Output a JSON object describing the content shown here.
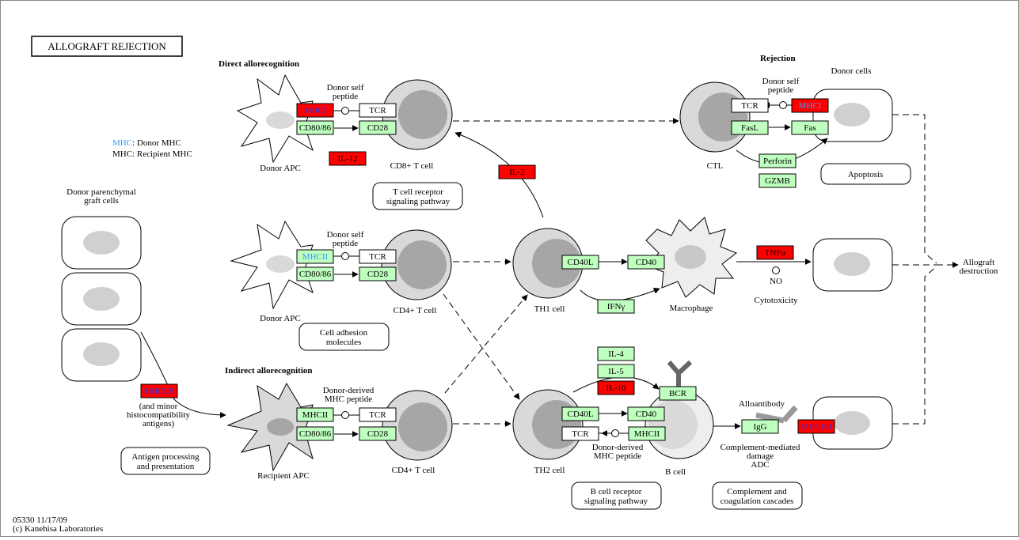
{
  "title": "ALLOGRAFT REJECTION",
  "legend": {
    "donor_mhc_label": "MHC",
    "donor_mhc_text": ": Donor MHC",
    "recipient_mhc_text": "MHC: Recipient MHC"
  },
  "sections": {
    "direct": "Direct allorecognition",
    "indirect": "Indirect allorecognition",
    "rejection": "Rejection"
  },
  "cells": {
    "donor_parenchymal": [
      "Donor parenchymal",
      "graft cells"
    ],
    "donor_apc_1": "Donor APC",
    "donor_apc_2": "Donor APC",
    "recipient_apc": "Recipient APC",
    "cd8_t": "CD8+ T cell",
    "cd4_t_1": "CD4+ T cell",
    "cd4_t_2": "CD4+ T cell",
    "th1": "TH1 cell",
    "th2": "TH2 cell",
    "ctl": "CTL",
    "donor_cells": "Donor cells",
    "macrophage": "Macrophage",
    "b_cell": "B cell"
  },
  "genes": {
    "mhci_1": "MHCI",
    "cd80_1": "CD80/86",
    "tcr_1": "TCR",
    "cd28_1": "CD28",
    "il12": "IL-12",
    "mhcii_1": "MHCII",
    "cd80_2": "CD80/86",
    "tcr_2": "TCR",
    "cd28_2": "CD28",
    "mhcii_2": "MHCII",
    "cd80_3": "CD80/86",
    "tcr_3": "TCR",
    "cd28_3": "CD28",
    "mhci_ii_minor": "MHCI/II",
    "il2": "IL-2",
    "cd40l_1": "CD40L",
    "cd40_1": "CD40",
    "ifng": "IFNγ",
    "tcr_ctl": "TCR",
    "mhci_donor": "MHCI",
    "fasl": "FasL",
    "fas": "Fas",
    "perforin": "Perforin",
    "gzmb": "GZMB",
    "tnfa": "TNFα",
    "no": "NO",
    "il4": "IL-4",
    "il5": "IL-5",
    "il10": "IL-10",
    "bcr": "BCR",
    "cd40l_2": "CD40L",
    "cd40_2": "CD40",
    "tcr_th2": "TCR",
    "mhcii_b": "MHCII",
    "igg": "IgG",
    "mhci_ii_donor": "MHCI/II"
  },
  "captions": {
    "donor_self_peptide_1": [
      "Donor self",
      "peptide"
    ],
    "donor_self_peptide_2": [
      "Donor self",
      "peptide"
    ],
    "donor_self_peptide_ctl": [
      "Donor self",
      "peptide"
    ],
    "donor_derived_mhc_1": [
      "Donor-derived",
      "MHC peptide"
    ],
    "donor_derived_mhc_2": [
      "Donor-derived",
      "MHC peptide"
    ],
    "minor_antigens": [
      "(and minor",
      "histocompatibility",
      "antigens)"
    ],
    "cytotoxicity": "Cytotoxicity",
    "alloantibody": "Alloantibody",
    "complement_damage": [
      "Complement-mediated",
      "damage",
      "ADC"
    ],
    "allograft_destruction": [
      "Allograft",
      "destruction"
    ]
  },
  "pathways": {
    "tcr_signaling": [
      "T cell receptor",
      "signaling pathway"
    ],
    "cell_adhesion": [
      "Cell adhesion",
      "molecules"
    ],
    "antigen_processing": [
      "Antigen processing",
      "and presentation"
    ],
    "apoptosis": "Apoptosis",
    "bcr_signaling": [
      "B cell receptor",
      "signaling pathway"
    ],
    "complement": [
      "Complement and",
      "coagulation cascades"
    ]
  },
  "footer": {
    "code": "05330 11/17/09",
    "copyright": "(c) Kanehisa Laboratories"
  },
  "colors": {
    "up": "#ff0000",
    "normal": "#bfffbf",
    "donor_mhc_text": "#3399ff",
    "recip_text": "#3333cc",
    "cell_fill": "#d9d9d9",
    "nucleus": "#a6a6a6"
  }
}
